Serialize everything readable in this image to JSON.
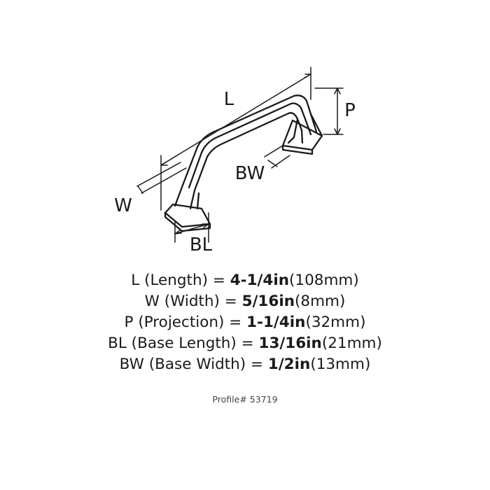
{
  "diagram": {
    "labels": {
      "L": "L",
      "P": "P",
      "BW": "BW",
      "W": "W",
      "BL": "BL"
    }
  },
  "specs": [
    {
      "abbr": "L",
      "name": " (Length) = ",
      "value": "4-1/4in",
      "metric": "(108mm)"
    },
    {
      "abbr": "W",
      "name": " (Width) = ",
      "value": "5/16in",
      "metric": "(8mm)"
    },
    {
      "abbr": "P",
      "name": " (Projection) = ",
      "value": "1-1/4in",
      "metric": "(32mm)"
    },
    {
      "abbr": "BL",
      "name": " (Base Length) = ",
      "value": "13/16in",
      "metric": "(21mm)"
    },
    {
      "abbr": "BW",
      "name": " (Base Width) = ",
      "value": "1/2in",
      "metric": "(13mm)"
    }
  ],
  "profile": "Profile# 53719"
}
